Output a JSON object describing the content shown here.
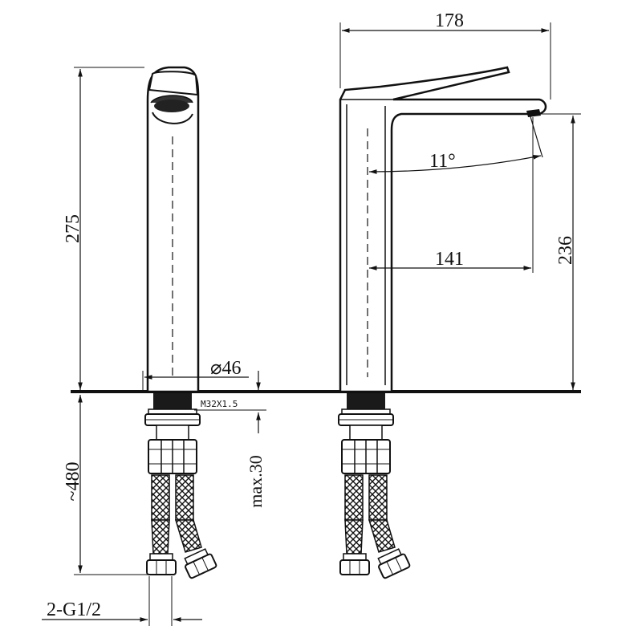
{
  "dimensions": {
    "width_top": "178",
    "height_total": "275",
    "spout_angle": "11°",
    "spout_reach": "141",
    "spout_height": "236",
    "base_diameter": "⌀46",
    "thread": "M32X1.5",
    "max_thickness": "max.30",
    "hose_length": "~480",
    "connection": "2-G1/2"
  },
  "colors": {
    "ink": "#111111",
    "background": "#ffffff"
  }
}
